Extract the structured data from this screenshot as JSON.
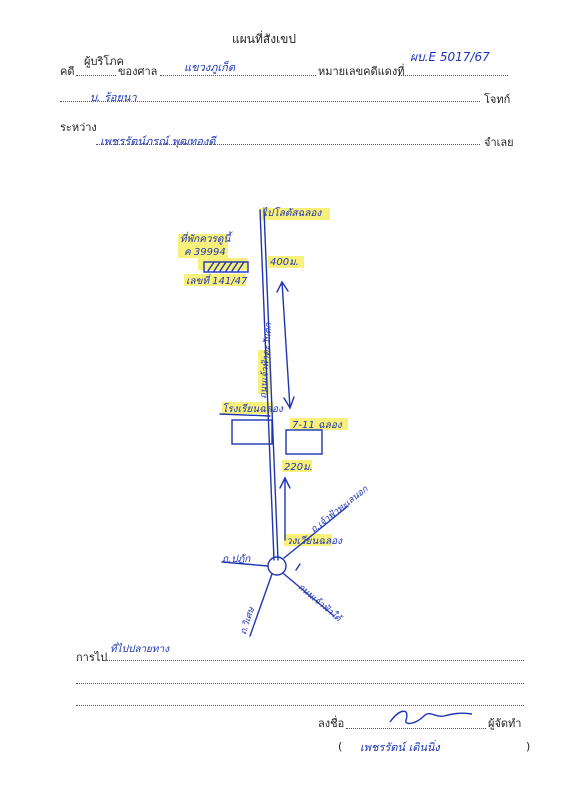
{
  "header": {
    "title": "แผนที่สังเขป"
  },
  "case": {
    "label_case": "คดี",
    "case_type": "ผู้บริโภค",
    "label_court": "ของศาล",
    "court": "แขวงภูเก็ต",
    "label_black_no": "หมายเลขคดีแดงที่",
    "black_no": "ผบ.E 5017/67",
    "plaintiff": "บ. ร้อยนา",
    "label_plaintiff": "โจทก์",
    "label_between": "ระหว่าง",
    "defendant": "เพชรรัตน์ภรณ์ พุฒทองดี",
    "label_defendant": "จำเลย"
  },
  "map": {
    "top_label": "ไปโลตัสฉลอง",
    "house_label": "ที่พักควรดูนี้",
    "house_id": "ค 39994",
    "house_no": "เลขที่ 141/47",
    "dist_top": "400ม.",
    "road_label": "ถนนเจ้าฟ้าตะวันตก",
    "left_building": "โรงเรียนฉลอง",
    "right_building": "7-11 ฉลอง",
    "dist_mid": "220ม.",
    "right_road": "ถ.เจ้าฟ้าทะเลนอก",
    "circle_label": "วงเวียนฉลอง",
    "left_road": "ถ.ปฏัก",
    "bottom_left_road": "ถ.วิเศษ",
    "bottom_right_road": "ถนนเจ้าฟ้าใต้"
  },
  "footer": {
    "label_travel": "การไป",
    "travel_note": "ที่ไปปลายทาง",
    "label_sign": "ลงชื่อ",
    "label_server": "ผู้จัดทำ",
    "signer_name": "เพชรรัตน์ เดินนิ่ง"
  }
}
